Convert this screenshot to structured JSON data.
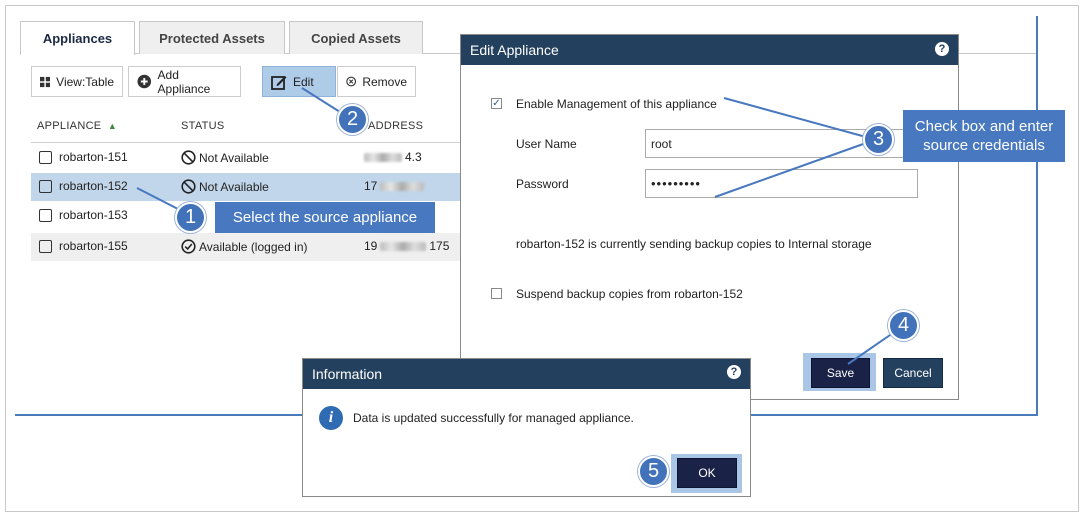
{
  "tabs": [
    {
      "label": "Appliances"
    },
    {
      "label": "Protected Assets"
    },
    {
      "label": "Copied Assets"
    }
  ],
  "toolbar": {
    "view_label": "View:Table",
    "add_label": "Add Appliance",
    "edit_label": "Edit",
    "remove_label": "Remove"
  },
  "table": {
    "columns": [
      "APPLIANCE",
      "STATUS",
      "ADDRESS"
    ],
    "sort_indicator": "▲",
    "rows": [
      {
        "name": "robarton-151",
        "status": "Not Available",
        "address_suffix": "4.3"
      },
      {
        "name": "robarton-152",
        "status": "Not Available",
        "address_prefix": "17"
      },
      {
        "name": "robarton-153",
        "status": "",
        "address_prefix": ""
      },
      {
        "name": "robarton-155",
        "status": "Available (logged in)",
        "address_prefix": "19",
        "address_suffix": "175"
      }
    ]
  },
  "edit_dialog": {
    "title": "Edit Appliance",
    "help": "?",
    "enable_label": "Enable Management of this appliance",
    "username_label": "User Name",
    "username_value": "root",
    "password_label": "Password",
    "password_value": "•••••••••",
    "sending_text": "robarton-152 is currently sending backup copies to Internal storage",
    "suspend_label": "Suspend backup copies from robarton-152",
    "save_label": "Save",
    "cancel_label": "Cancel"
  },
  "info_dialog": {
    "title": "Information",
    "help": "?",
    "icon_glyph": "i",
    "message": "Data is updated successfully for managed appliance.",
    "ok_label": "OK"
  },
  "annotations": {
    "step1": {
      "number": "1",
      "text": "Select the source appliance"
    },
    "step2": {
      "number": "2"
    },
    "step3": {
      "number": "3",
      "text_line1": "Check box and enter",
      "text_line2": "source credentials"
    },
    "step4": {
      "number": "4"
    },
    "step5": {
      "number": "5"
    }
  },
  "colors": {
    "dialog_header": "#24405f",
    "primary_button": "#1a2347",
    "selected_row": "#c1d6ea",
    "annotation_blue": "#4878bf"
  }
}
